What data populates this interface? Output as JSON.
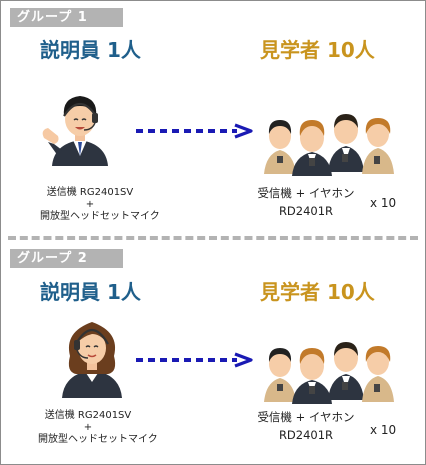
{
  "groups": [
    {
      "label": "グループ 1",
      "presenter_heading": "説明員 1人",
      "visitor_heading": "見学者 10人",
      "transmitter_line1": "送信機 RG2401SV",
      "transmitter_plus": "+",
      "transmitter_line2": "開放型ヘッドセットマイク",
      "receiver_line1": "受信機 + イヤホン",
      "receiver_line2": "RD2401R",
      "multiplier": "x 10"
    },
    {
      "label": "グループ 2",
      "presenter_heading": "説明員 1人",
      "visitor_heading": "見学者 10人",
      "transmitter_line1": "送信機 RG2401SV",
      "transmitter_plus": "+",
      "transmitter_line2": "開放型ヘッドセットマイク",
      "receiver_line1": "受信機 + イヤホン",
      "receiver_line2": "RD2401R",
      "multiplier": "x 10"
    }
  ],
  "colors": {
    "presenter_heading": "#1f5f8b",
    "visitor_heading": "#c9941e",
    "arrow": "#1a1ab4",
    "label_bg": "#b3b3b3"
  }
}
